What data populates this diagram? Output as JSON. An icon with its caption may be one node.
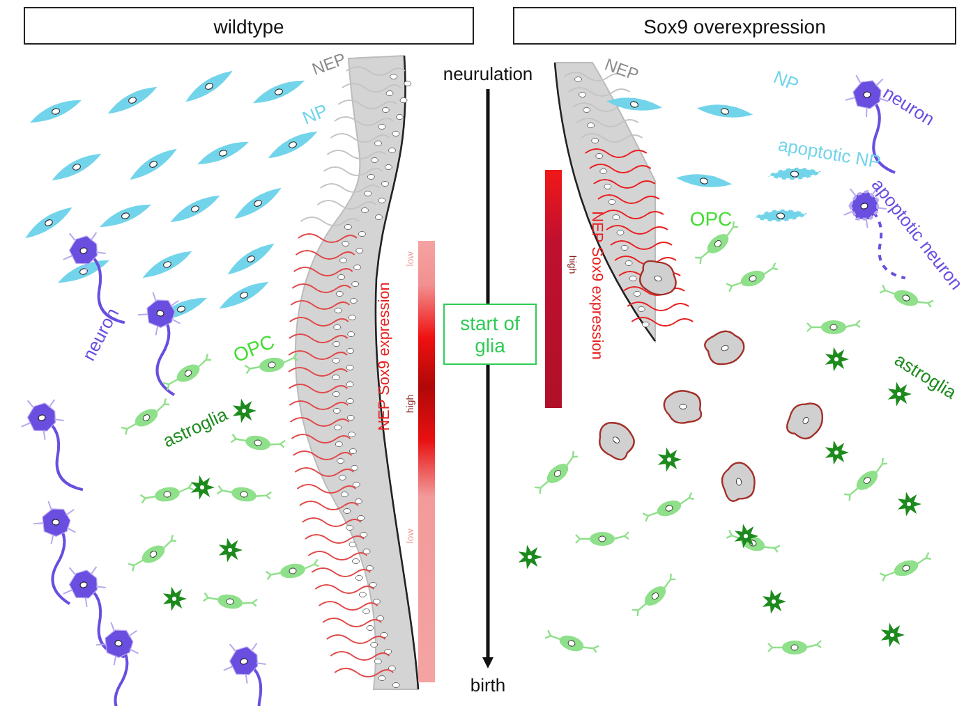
{
  "diagram": {
    "nodes": [
      {
        "text": [
          "wildtype"
        ]
      },
      {
        "text": [
          "Sox9 overexpression"
        ]
      },
      {
        "text": [
          "start of glia"
        ]
      }
    ],
    "labels": [
      "NEP",
      "neurulation",
      "NEP",
      "NP",
      "neuron",
      "NP",
      "apoptotic NP",
      "OPC",
      "apoptotic neuron",
      "NEP Sox9 expression",
      "high",
      "low",
      "neuron",
      "OPC",
      "NEP Sox9 expression",
      "astroglia",
      "high",
      "astroglia",
      "low",
      "birth"
    ]
  }
}
